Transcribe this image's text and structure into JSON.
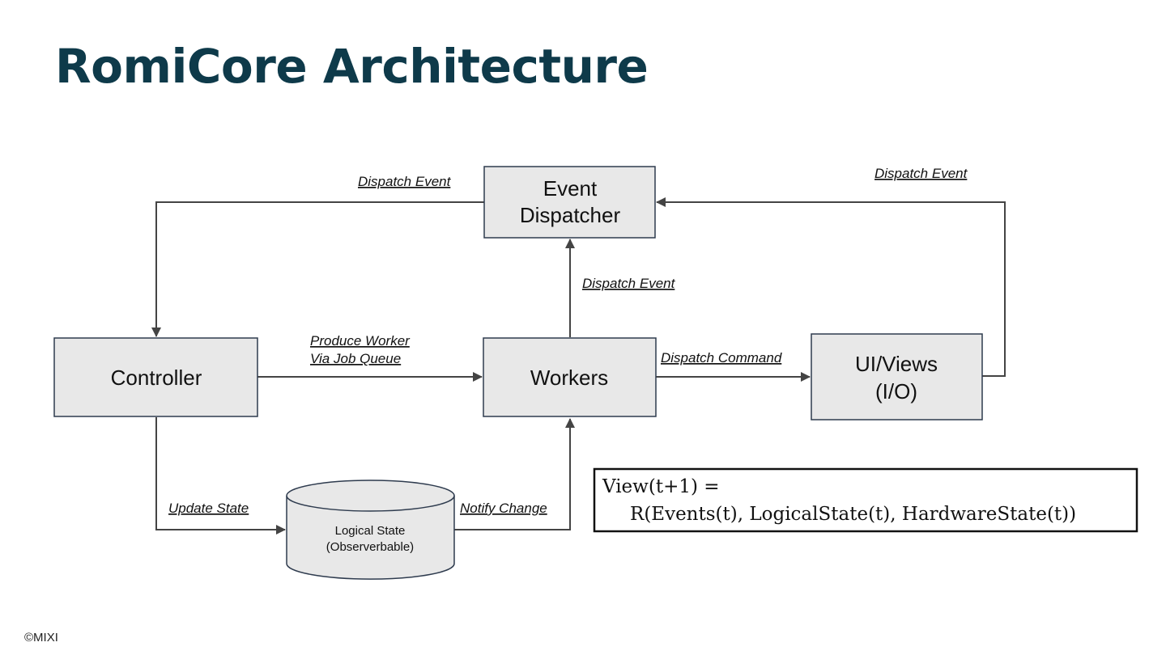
{
  "slide": {
    "title": "RomiCore Architecture",
    "footer": "©MIXI"
  },
  "nodes": {
    "event_dispatcher": {
      "line1": "Event",
      "line2": "Dispatcher"
    },
    "controller": {
      "label": "Controller"
    },
    "workers": {
      "label": "Workers"
    },
    "ui_views": {
      "line1": "UI/Views",
      "line2": "(I/O)"
    },
    "logical_state": {
      "line1": "Logical State",
      "line2": "(Observerbable)"
    }
  },
  "edges": {
    "dispatcher_to_controller": "Dispatch Event",
    "ui_to_dispatcher": "Dispatch Event",
    "workers_to_dispatcher": "Dispatch Event",
    "controller_to_workers_1": "Produce Worker",
    "controller_to_workers_2": "Via Job Queue",
    "workers_to_ui": "Dispatch Command",
    "controller_to_state": "Update State",
    "state_to_workers": "Notify Change"
  },
  "formula": {
    "line1": "View(t+1) =",
    "line2": "R(Events(t), LogicalState(t), HardwareState(t))"
  },
  "colors": {
    "title": "#0e3a4a",
    "node_fill": "#e8e8e8",
    "node_stroke": "#2e3b4e",
    "edge": "#444444"
  }
}
